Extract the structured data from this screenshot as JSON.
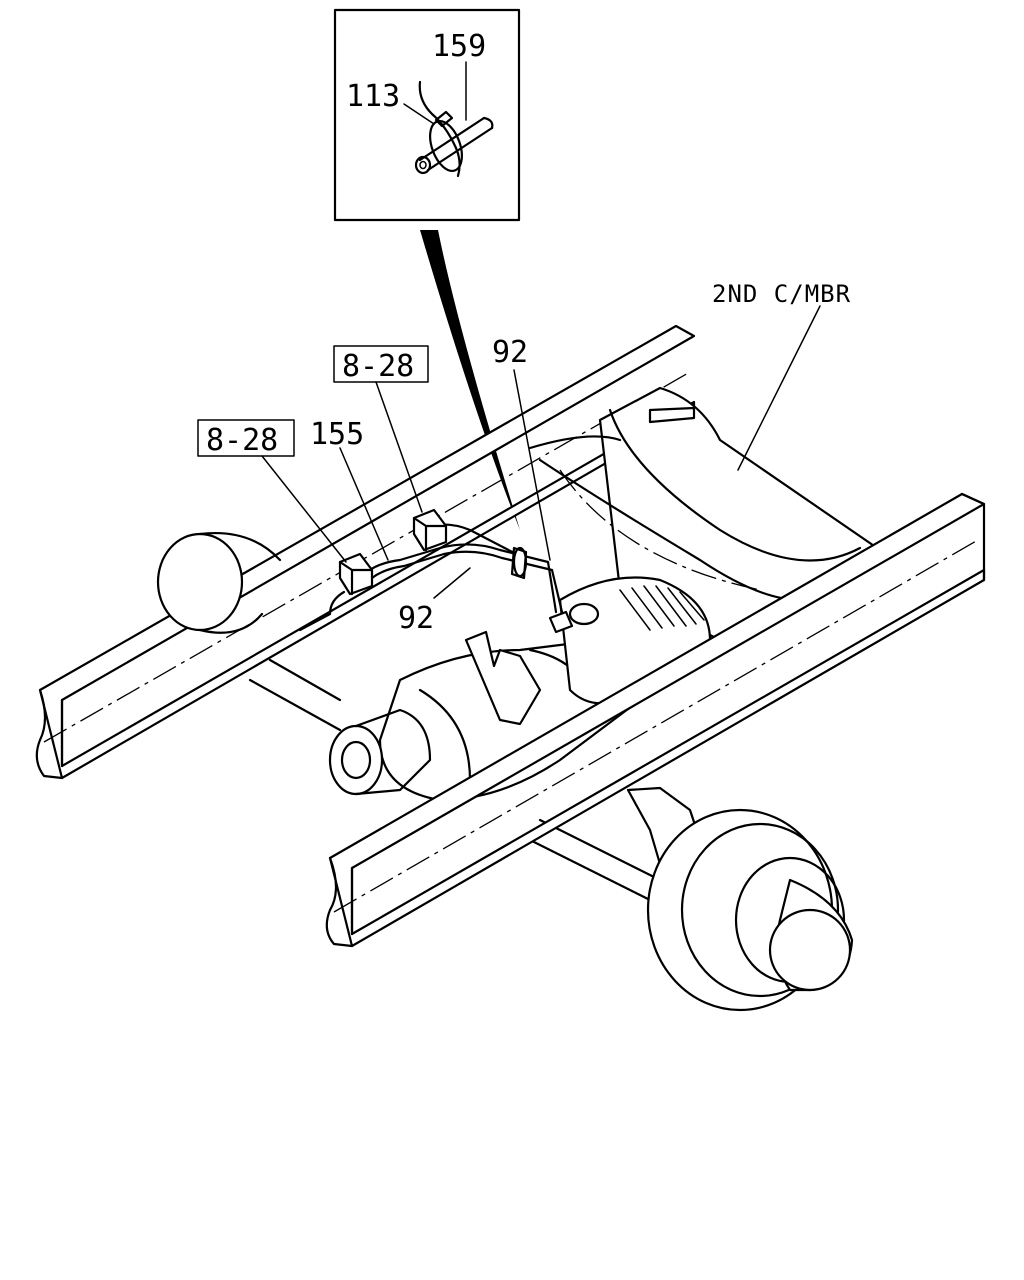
{
  "diagram": {
    "labels": {
      "inset_wire": "159",
      "inset_clip": "113",
      "crossmember": "2ND C/MBR",
      "ref_box_upper": "8-28",
      "ref_box_left": "8-28",
      "clip_155": "155",
      "harness_upper": "92",
      "harness_lower": "92"
    }
  }
}
